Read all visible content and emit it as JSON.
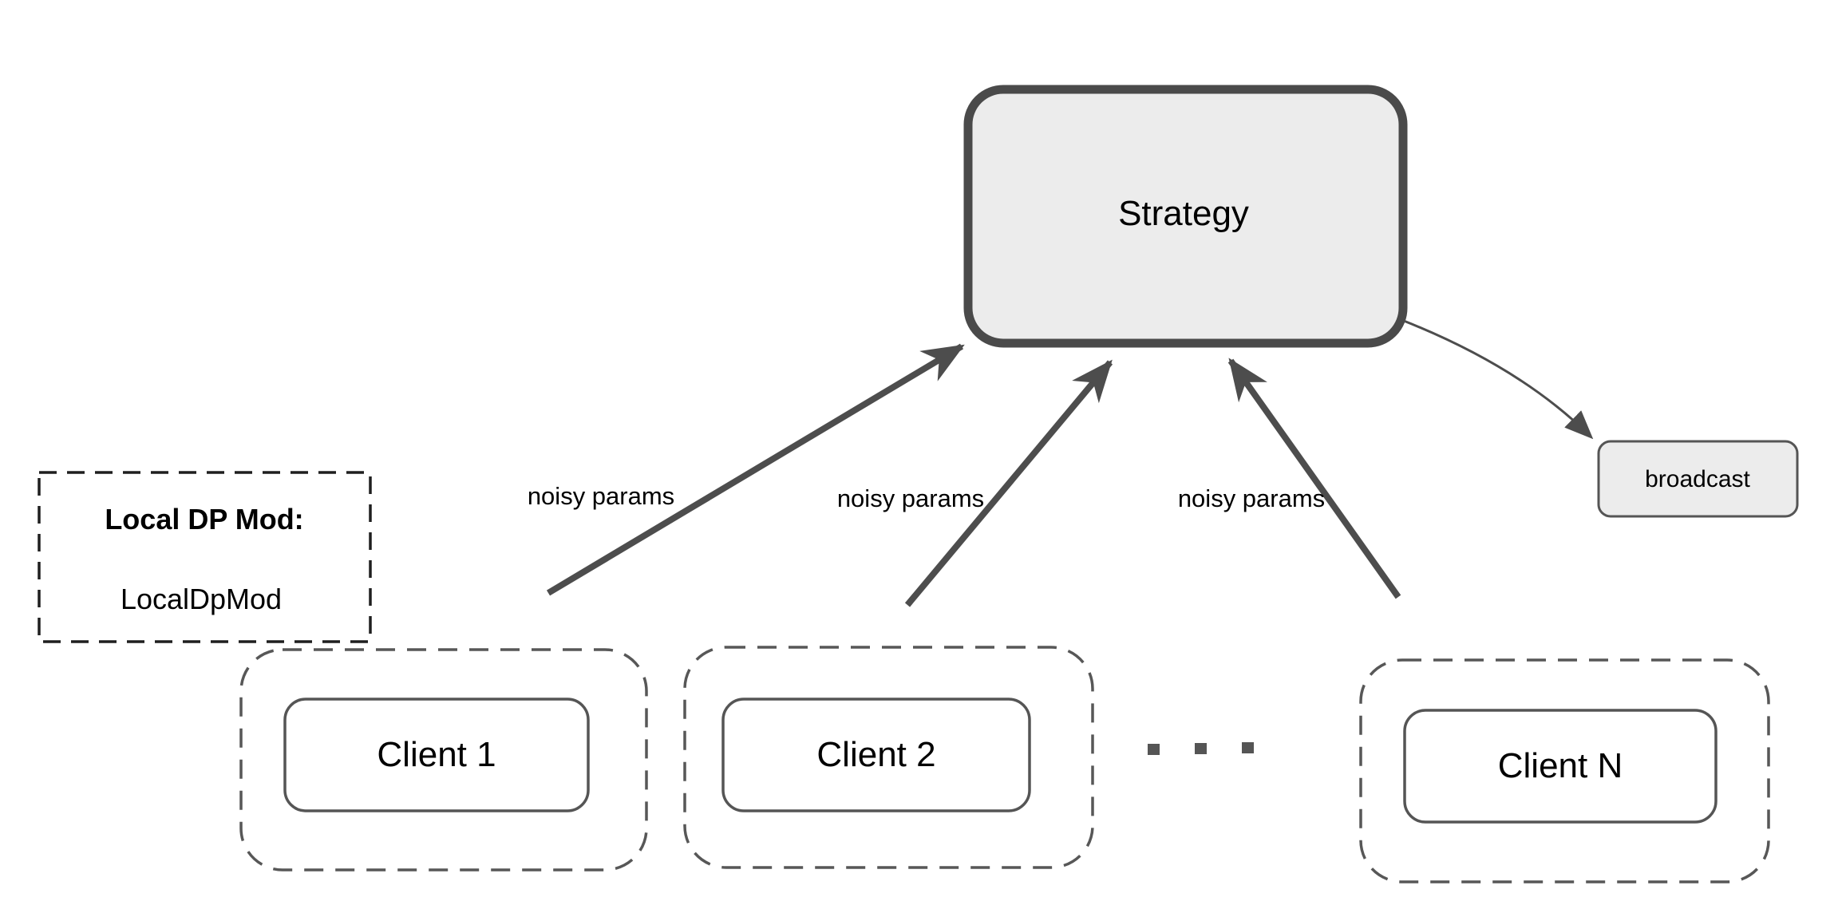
{
  "diagram": {
    "title_hint": "federated-learning-local-dp-strategy-diagram",
    "strategy": {
      "label": "Strategy"
    },
    "broadcast": {
      "label": "broadcast"
    },
    "local_dp_mod": {
      "title": "Local DP Mod:",
      "value": "LocalDpMod"
    },
    "clients": [
      {
        "label": "Client 1"
      },
      {
        "label": "Client 2"
      },
      {
        "label": "Client N"
      }
    ],
    "edges": [
      {
        "from": "Client 1",
        "to": "Strategy",
        "label": "noisy params"
      },
      {
        "from": "Client 2",
        "to": "Strategy",
        "label": "noisy params"
      },
      {
        "from": "Client N",
        "to": "Strategy",
        "label": "noisy params"
      },
      {
        "from": "Strategy",
        "to": "broadcast",
        "label": ""
      }
    ],
    "icons": {
      "ellipsis": "square-dots-icon"
    },
    "colors": {
      "arrow_dark": "#4d4d4d",
      "strategy_border": "#4a4a4a",
      "box_border_gray": "#555555",
      "box_fill_gray": "#ececec",
      "dashed_black": "#1f1f1f",
      "text": "#000000",
      "background": "#ffffff"
    }
  }
}
